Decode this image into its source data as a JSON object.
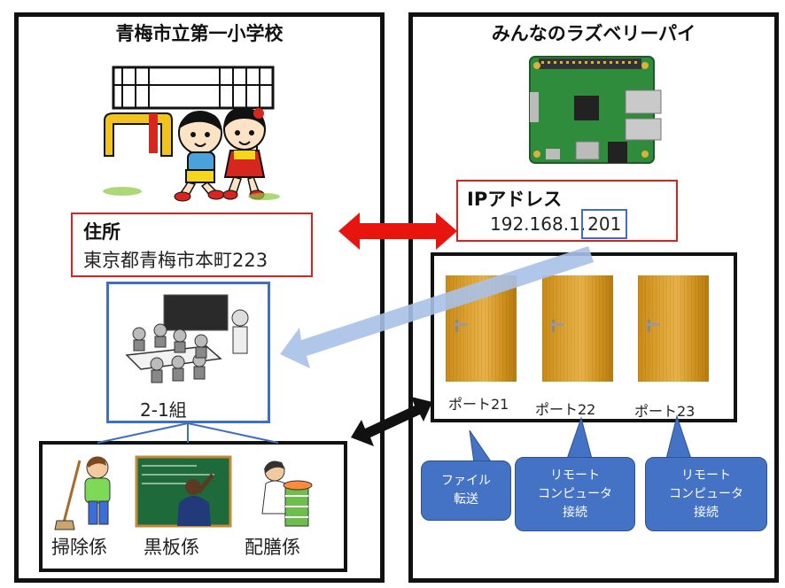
{
  "left_panel": {
    "title": "青梅市立第一小学校",
    "address_heading": "住所",
    "address_value": "東京都青梅市本町223",
    "class_label": "2-1組",
    "roles": [
      "掃除係",
      "黒板係",
      "配膳係"
    ]
  },
  "right_panel": {
    "title": "みんなのラズベリーパイ",
    "ip_heading": "IPアドレス",
    "ip_value_prefix": "192.168.1.",
    "ip_value_host": "201",
    "ports": [
      "ポート21",
      "ポート22",
      "ポート23"
    ],
    "callouts": [
      {
        "line1": "ファイル",
        "line2": "転送",
        "line3": ""
      },
      {
        "line1": "リモート",
        "line2": "コンピュータ",
        "line3": "接続"
      },
      {
        "line1": "リモート",
        "line2": "コンピュータ",
        "line3": "接続"
      }
    ]
  },
  "colors": {
    "red_accent": "#e0201b",
    "blue_accent": "#3f6fbf",
    "callout_fill": "#4472c4",
    "arrow_light_blue": "#a9c1e8",
    "board_green": "#1e6a3a",
    "pcb_green": "#2f8c3c"
  }
}
